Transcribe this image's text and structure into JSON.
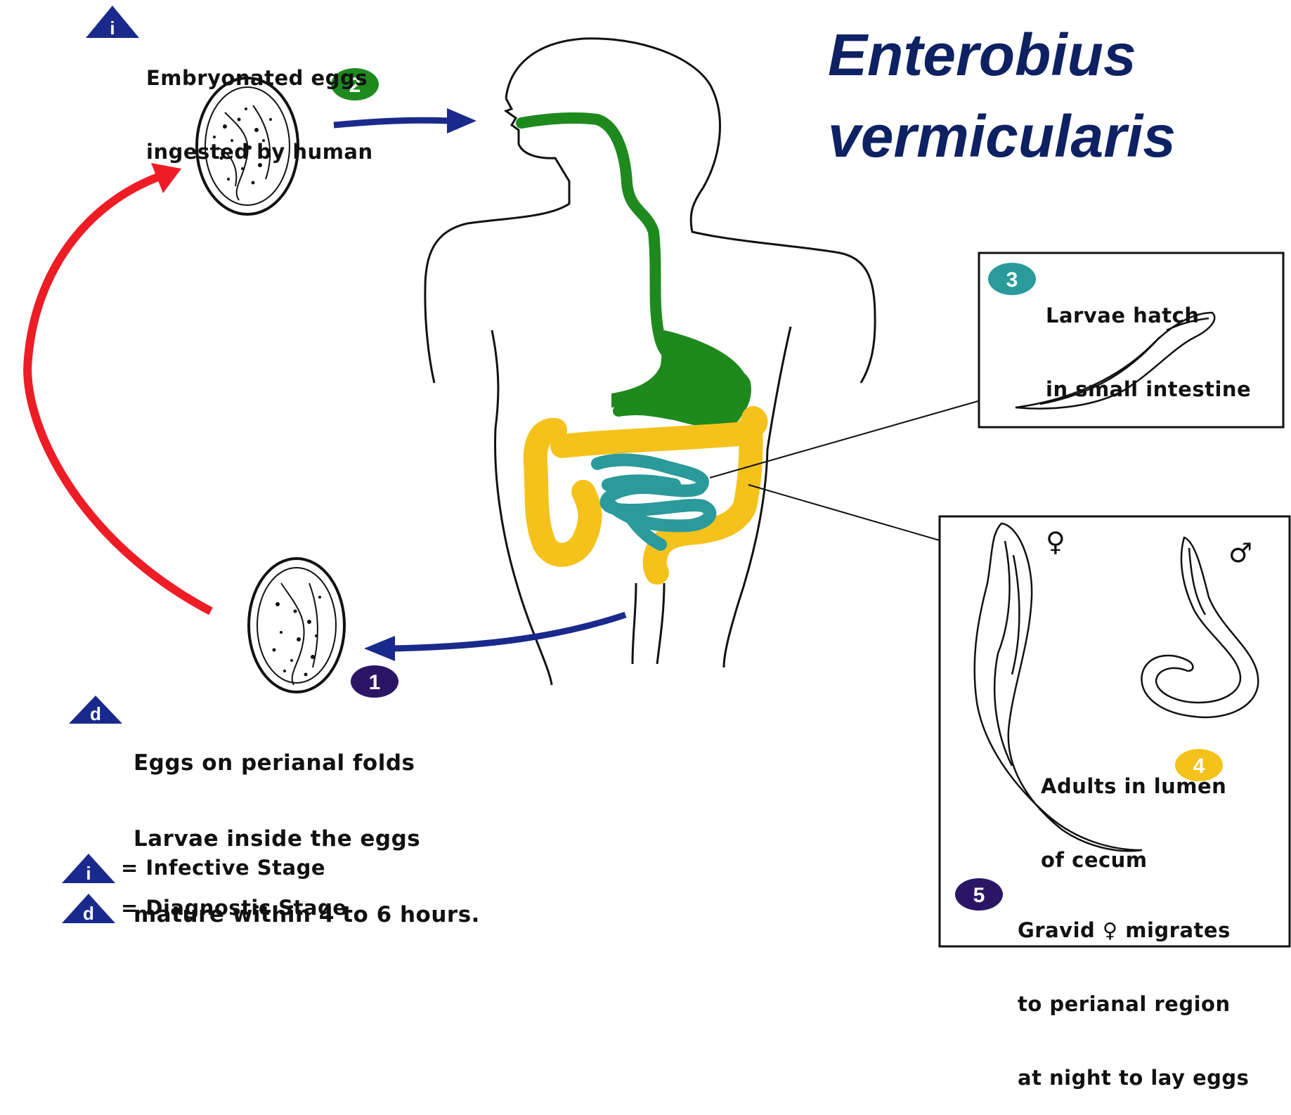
{
  "title": {
    "line1": "Enterobius",
    "line2": "vermicularis"
  },
  "colors": {
    "title": "#0d2163",
    "stage_marker": "#1a2a8c",
    "red_arrow": "#ee1c25",
    "blue_arrow": "#1a2a8c",
    "upper_gi": "#1e8a1e",
    "small_intestine": "#2a9a9a",
    "large_intestine": "#f5c21b",
    "step1_badge": "#2b1666",
    "step2_badge": "#1e8a1e",
    "step3_badge": "#2a9a9a",
    "step4_badge": "#f5c21b",
    "step5_badge": "#2b1666"
  },
  "steps": {
    "s1": {
      "number": "1",
      "marker": "d",
      "line1": "Eggs on perianal folds",
      "line2": "Larvae inside the eggs",
      "line3": "mature within 4 to 6 hours."
    },
    "s2": {
      "number": "2",
      "marker": "i",
      "line1": "Embryonated eggs",
      "line2": "ingested by human"
    },
    "s3": {
      "number": "3",
      "line1": "Larvae hatch",
      "line2": "in small intestine"
    },
    "s4": {
      "number": "4",
      "line1": "Adults in lumen",
      "line2": "of cecum"
    },
    "s5": {
      "number": "5",
      "line1a": "Gravid",
      "line1b": "migrates",
      "line2": "to perianal region",
      "line3": "at night to lay eggs"
    }
  },
  "symbols": {
    "female": "♀",
    "male": "♂"
  },
  "legend": {
    "infective": {
      "marker": "i",
      "label": "= Infective Stage"
    },
    "diagnostic": {
      "marker": "d",
      "label": "= Diagnostic Stage"
    }
  }
}
